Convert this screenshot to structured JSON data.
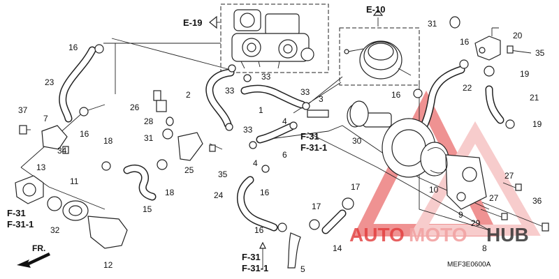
{
  "diagram_code": "MEF3E0600A",
  "refs": {
    "e19": "E-19",
    "e10": "E-10"
  },
  "f_labels": [
    {
      "a": "F-31",
      "b": "F-31-1"
    },
    {
      "a": "F-31",
      "b": "F-31-1"
    },
    {
      "a": "F-31",
      "b": "F-31-1"
    }
  ],
  "front_label": "FR.",
  "watermark": {
    "auto": "AUTO",
    "moto": "MOTO",
    "hub": "HUB",
    "auto_color": "#e23a3a",
    "moto_color": "#f2a3a3",
    "hub_color": "#333333"
  },
  "callouts": [
    "1",
    "2",
    "3",
    "4",
    "4",
    "5",
    "6",
    "7",
    "8",
    "9",
    "10",
    "11",
    "12",
    "13",
    "14",
    "15",
    "16",
    "16",
    "16",
    "16",
    "16",
    "16",
    "17",
    "17",
    "18",
    "18",
    "19",
    "19",
    "20",
    "21",
    "22",
    "23",
    "24",
    "25",
    "26",
    "27",
    "27",
    "28",
    "29",
    "30",
    "31",
    "31",
    "32",
    "33",
    "33",
    "33",
    "33",
    "34",
    "35",
    "35",
    "36",
    "37"
  ]
}
